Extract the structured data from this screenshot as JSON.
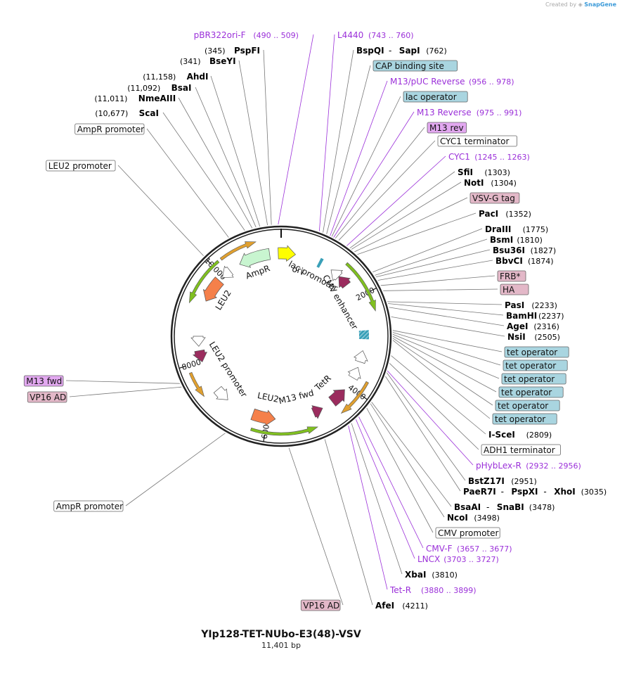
{
  "credit": {
    "prefix": "Created by",
    "brand": "SnapGene"
  },
  "plasmid": {
    "name": "YIp128-TET-NUbo-E3(48)-VSV",
    "size_label": "11,401 bp"
  },
  "colors": {
    "primer": "#9b30d9",
    "enzyme": "#000000",
    "blue_box": "#a9d5e0",
    "pink_box": "#e3b8c8",
    "purple_box": "#e2a8f0",
    "white_box": "#ffffff",
    "amp": "#c8f5d0",
    "ori": "#ffff00",
    "leu2": "#f5804a",
    "tetr": "#9b2c5e",
    "orf_orange": "#e0a030",
    "orf_green": "#80c020"
  },
  "ticks": [
    {
      "label": "2000"
    },
    {
      "label": "4000"
    },
    {
      "label": "6000"
    },
    {
      "label": "8000"
    },
    {
      "label": "10,000"
    }
  ],
  "features": [
    {
      "label": "AmpR"
    },
    {
      "label": "ori"
    },
    {
      "label": "lac promoter"
    },
    {
      "label": "CMV enhancer"
    },
    {
      "label": "TetR"
    },
    {
      "label": "M13 fwd"
    },
    {
      "label": "LEU2"
    },
    {
      "label": "LEU2 promoter"
    },
    {
      "label": "LEU2"
    }
  ],
  "left_labels": [
    {
      "kind": "primer",
      "name": "pBR322ori-F",
      "pos": "(490 .. 509)"
    },
    {
      "kind": "enzyme",
      "name": "PspFI",
      "pos": "(345)"
    },
    {
      "kind": "enzyme",
      "name": "BseYI",
      "pos": "(341)"
    },
    {
      "kind": "enzyme",
      "name": "AhdI",
      "pos": "(11,158)"
    },
    {
      "kind": "enzyme",
      "name": "BsaI",
      "pos": "(11,092)"
    },
    {
      "kind": "enzyme",
      "name": "NmeAIII",
      "pos": "(11,011)"
    },
    {
      "kind": "enzyme",
      "name": "ScaI",
      "pos": "(10,677)"
    },
    {
      "kind": "box",
      "style": "white",
      "name": "AmpR promoter"
    },
    {
      "kind": "box",
      "style": "white",
      "name": "LEU2 promoter"
    },
    {
      "kind": "box",
      "style": "purple",
      "name": "M13 fwd"
    },
    {
      "kind": "box",
      "style": "pink",
      "name": "VP16 AD"
    },
    {
      "kind": "box",
      "style": "white",
      "name": "AmpR promoter"
    },
    {
      "kind": "box",
      "style": "pink",
      "name": "VP16 AD"
    }
  ],
  "right_labels": [
    {
      "kind": "primer",
      "name": "L4440",
      "pos": "(743 .. 760)"
    },
    {
      "kind": "enzyme2",
      "name": "BspQI",
      "name2": "SapI",
      "pos": "(762)"
    },
    {
      "kind": "box",
      "style": "blue",
      "name": "CAP binding site"
    },
    {
      "kind": "primer",
      "name": "M13/pUC Reverse",
      "pos": "(956 .. 978)"
    },
    {
      "kind": "box",
      "style": "blue",
      "name": "lac operator"
    },
    {
      "kind": "primer",
      "name": "M13 Reverse",
      "pos": "(975 .. 991)"
    },
    {
      "kind": "box",
      "style": "purple",
      "name": "M13 rev"
    },
    {
      "kind": "box",
      "style": "white",
      "name": "CYC1 terminator"
    },
    {
      "kind": "primer",
      "name": "CYC1",
      "pos": "(1245 .. 1263)"
    },
    {
      "kind": "enzyme",
      "name": "SfiI",
      "pos": "(1303)"
    },
    {
      "kind": "enzyme",
      "name": "NotI",
      "pos": "(1304)"
    },
    {
      "kind": "box",
      "style": "pink",
      "name": "VSV-G tag"
    },
    {
      "kind": "enzyme",
      "name": "PacI",
      "pos": "(1352)"
    },
    {
      "kind": "enzyme",
      "name": "DraIII",
      "pos": "(1775)"
    },
    {
      "kind": "enzyme",
      "name": "BsmI",
      "pos": "(1810)"
    },
    {
      "kind": "enzyme",
      "name": "Bsu36I",
      "pos": "(1827)"
    },
    {
      "kind": "enzyme",
      "name": "BbvCI",
      "pos": "(1874)"
    },
    {
      "kind": "box",
      "style": "pink",
      "name": "FRB*"
    },
    {
      "kind": "box",
      "style": "pink",
      "name": "HA"
    },
    {
      "kind": "enzyme",
      "name": "PasI",
      "pos": "(2233)"
    },
    {
      "kind": "enzyme",
      "name": "BamHI",
      "pos": "(2237)"
    },
    {
      "kind": "enzyme",
      "name": "AgeI",
      "pos": "(2316)"
    },
    {
      "kind": "enzyme",
      "name": "NsiI",
      "pos": "(2505)"
    },
    {
      "kind": "box",
      "style": "blue",
      "name": "tet operator"
    },
    {
      "kind": "box",
      "style": "blue",
      "name": "tet operator"
    },
    {
      "kind": "box",
      "style": "blue",
      "name": "tet operator"
    },
    {
      "kind": "box",
      "style": "blue",
      "name": "tet operator"
    },
    {
      "kind": "box",
      "style": "blue",
      "name": "tet operator"
    },
    {
      "kind": "box",
      "style": "blue",
      "name": "tet operator"
    },
    {
      "kind": "enzyme",
      "name": "I-SceI",
      "pos": "(2809)"
    },
    {
      "kind": "box",
      "style": "white",
      "name": "ADH1 terminator"
    },
    {
      "kind": "primer",
      "name": "pHybLex-R",
      "pos": "(2932 .. 2956)"
    },
    {
      "kind": "enzyme",
      "name": "BstZ17I",
      "pos": "(2951)"
    },
    {
      "kind": "enzyme3",
      "name": "PaeR7I",
      "name2": "PspXI",
      "name3": "XhoI",
      "pos": "(3035)"
    },
    {
      "kind": "enzyme2",
      "name": "BsaAI",
      "name2": "SnaBI",
      "pos": "(3478)"
    },
    {
      "kind": "enzyme",
      "name": "NcoI",
      "pos": "(3498)"
    },
    {
      "kind": "box",
      "style": "white",
      "name": "CMV promoter"
    },
    {
      "kind": "primer",
      "name": "CMV-F",
      "pos": "(3657 .. 3677)"
    },
    {
      "kind": "primer",
      "name": "LNCX",
      "pos": "(3703 .. 3727)"
    },
    {
      "kind": "enzyme",
      "name": "XbaI",
      "pos": "(3810)"
    },
    {
      "kind": "primer",
      "name": "Tet-R",
      "pos": "(3880 .. 3899)"
    },
    {
      "kind": "enzyme",
      "name": "AfeI",
      "pos": "(4211)"
    }
  ]
}
